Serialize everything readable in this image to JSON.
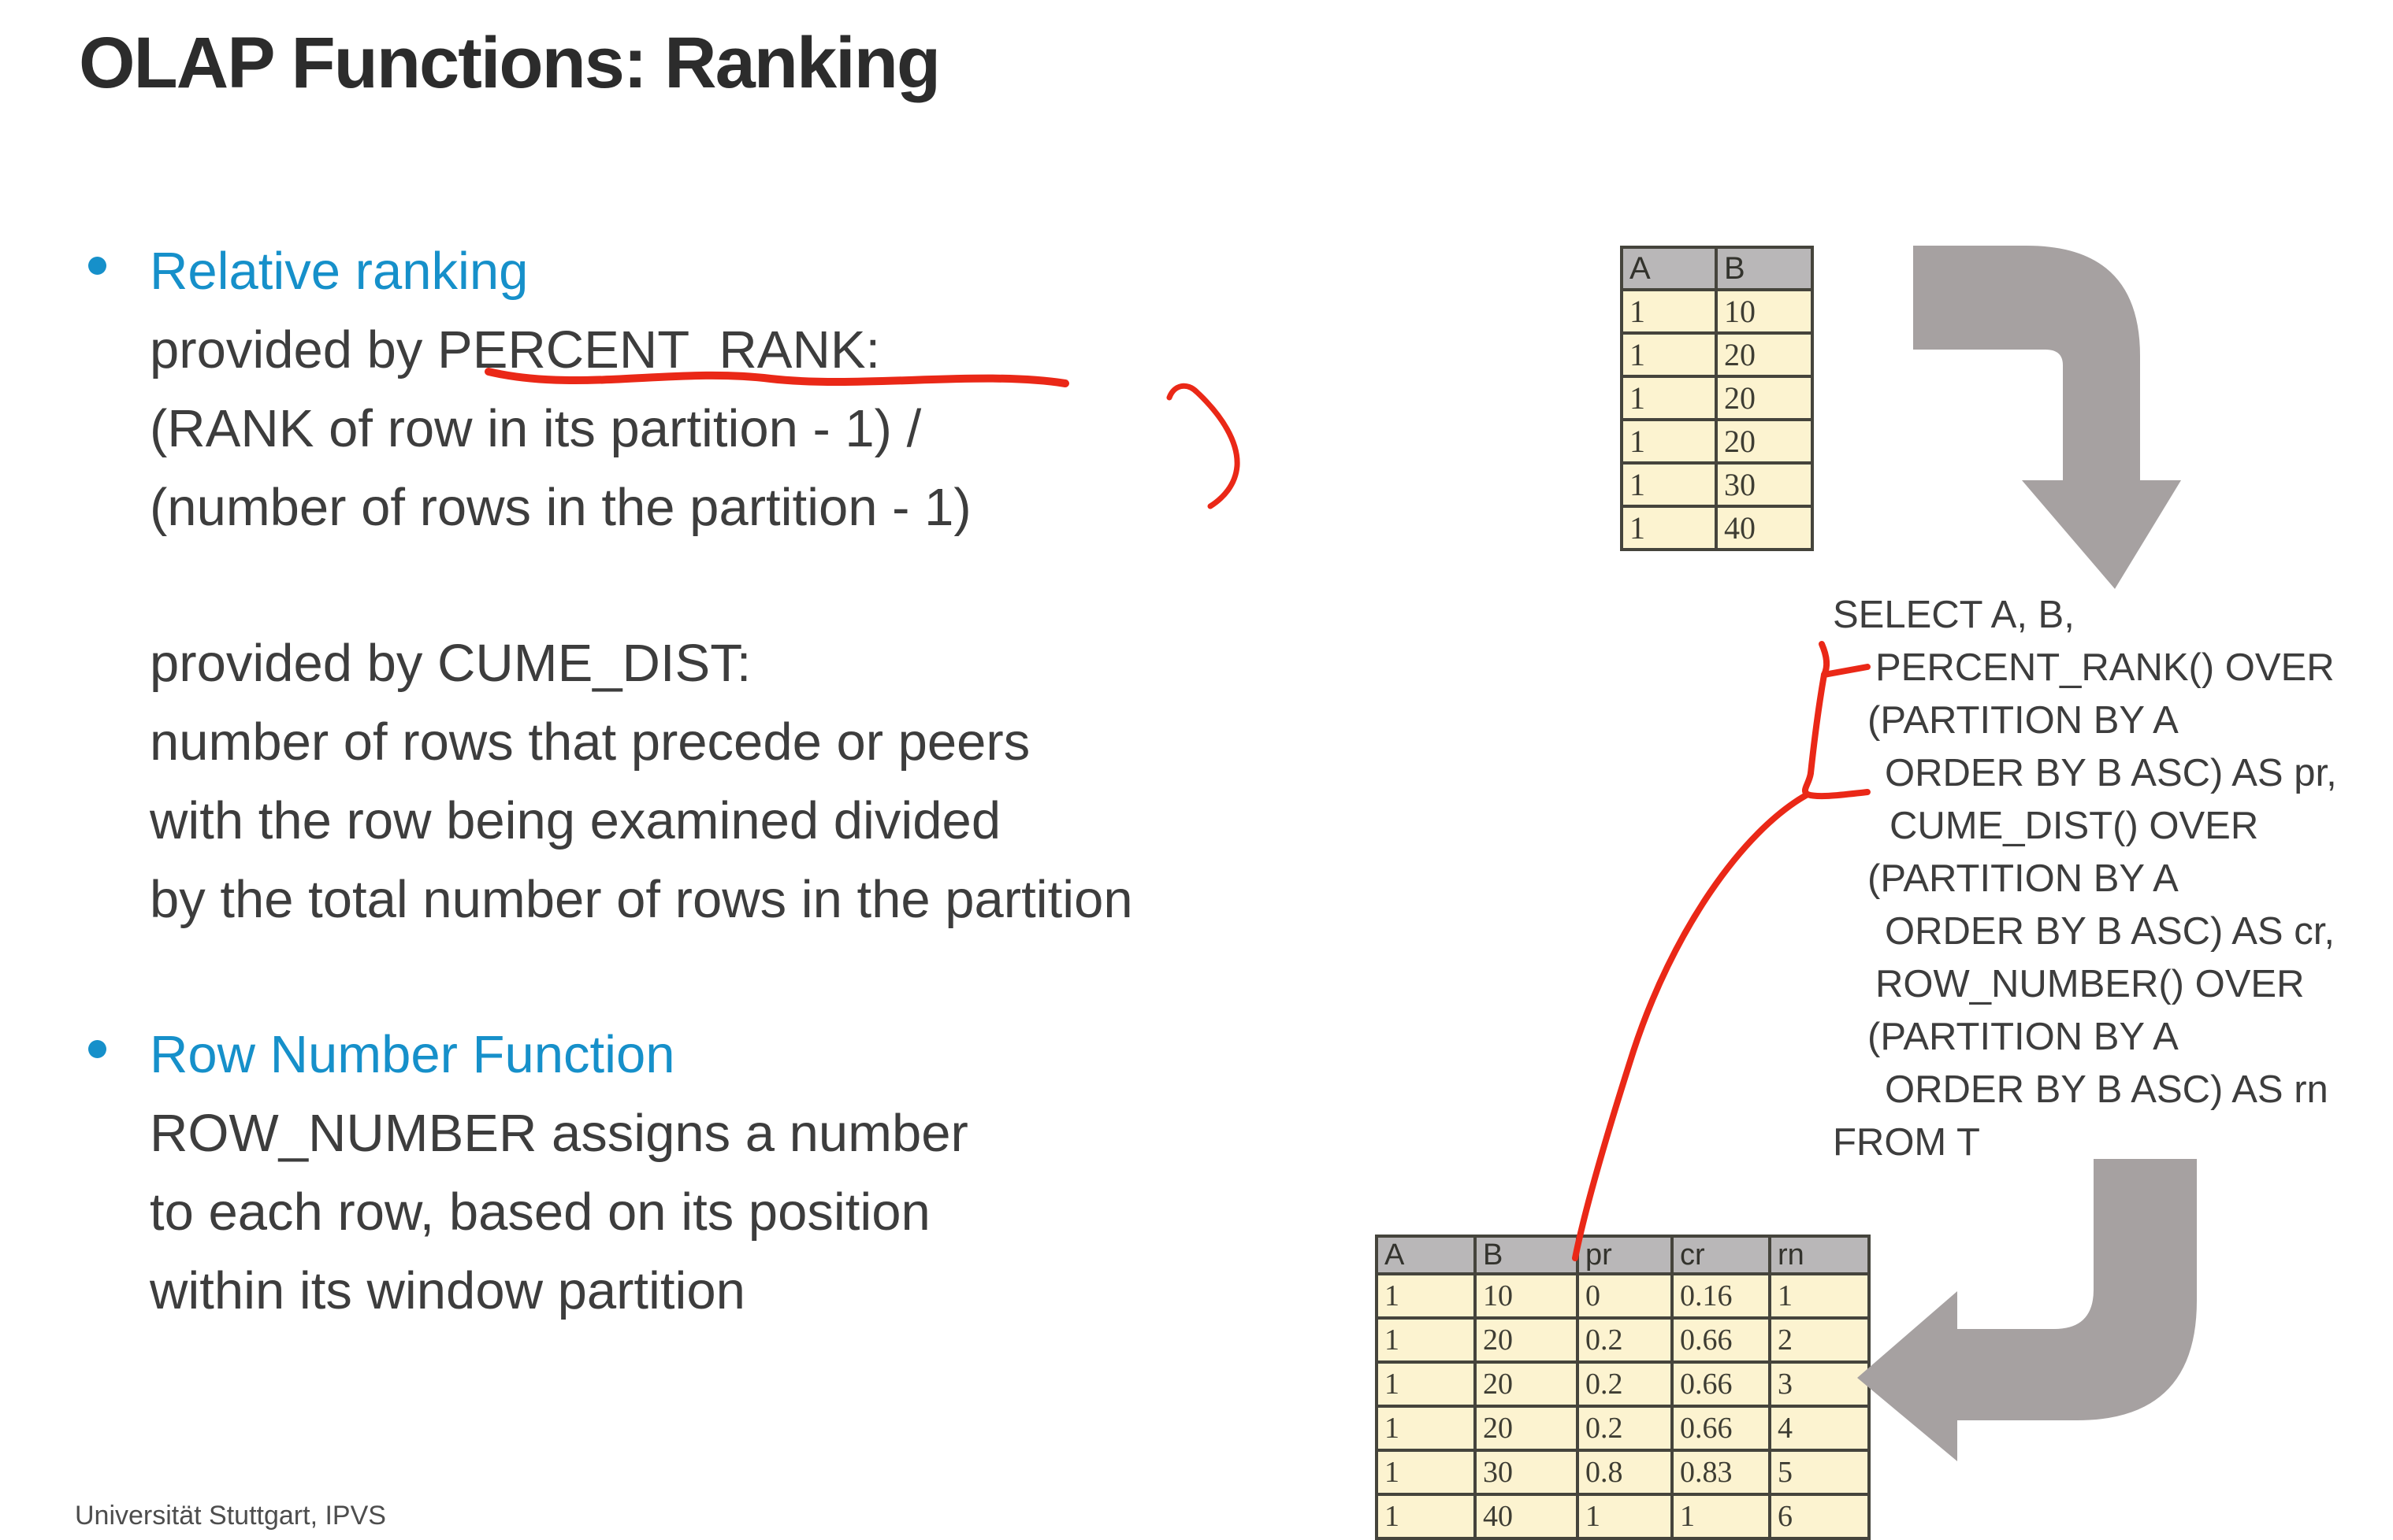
{
  "colors": {
    "accent-blue": "#1690ca",
    "body-gray": "#3d3d3d",
    "title-gray": "#2c2c2c",
    "annotation-red": "#ea2817",
    "arrow-gray": "#a6a1a1",
    "table-header-gray": "#b9b7b8",
    "table-cell-yellow": "#fcf3d0",
    "table-border": "#45443c",
    "table-text": "#3e3d33",
    "footer-gray": "#4d4d4d"
  },
  "title": "OLAP Functions: Ranking",
  "bullet1": {
    "heading": "Relative ranking",
    "line1": "provided by PERCENT_RANK:",
    "line2": "(RANK of row in its partition - 1) /",
    "line3": "(number of rows in the partition - 1)"
  },
  "para2": {
    "line1": "provided by CUME_DIST:",
    "line2": "number of rows that precede or peers",
    "line3": "with the row being examined divided",
    "line4": "by the total number of rows in the partition"
  },
  "bullet2": {
    "heading": "Row Number Function",
    "line1": "ROW_NUMBER assigns a number",
    "line2": "to each row, based on its position",
    "line3": "within its window partition"
  },
  "sql": {
    "lines": [
      "SELECT A, B,",
      "PERCENT_RANK() OVER",
      "(PARTITION BY A",
      "ORDER BY B ASC) AS pr,",
      "CUME_DIST() OVER",
      "(PARTITION BY A",
      "ORDER BY B ASC) AS cr,",
      "ROW_NUMBER() OVER",
      "(PARTITION BY A",
      "ORDER BY B ASC) AS rn",
      "FROM T"
    ]
  },
  "input_table": {
    "headers": [
      "A",
      "B"
    ],
    "rows": [
      [
        "1",
        "10"
      ],
      [
        "1",
        "20"
      ],
      [
        "1",
        "20"
      ],
      [
        "1",
        "20"
      ],
      [
        "1",
        "30"
      ],
      [
        "1",
        "40"
      ]
    ]
  },
  "result_table": {
    "headers": [
      "A",
      "B",
      "pr",
      "cr",
      "rn"
    ],
    "rows": [
      [
        "1",
        "10",
        "0",
        "0.16",
        "1"
      ],
      [
        "1",
        "20",
        "0.2",
        "0.66",
        "2"
      ],
      [
        "1",
        "20",
        "0.2",
        "0.66",
        "3"
      ],
      [
        "1",
        "20",
        "0.2",
        "0.66",
        "4"
      ],
      [
        "1",
        "30",
        "0.8",
        "0.83",
        "5"
      ],
      [
        "1",
        "40",
        "1",
        "1",
        "6"
      ]
    ]
  },
  "footer": "Universität Stuttgart, IPVS",
  "icons": {
    "curved-arrow-down": "thick gray bent arrow from input table pointing down to SQL query",
    "curved-arrow-left": "thick gray bent arrow from SQL query pointing left to result table",
    "red-underline": "hand-drawn red underline below PERCENT_RANK",
    "red-paren-arc": "hand-drawn red arc right of the formula lines",
    "red-brace": "hand-drawn red brace marking the PERCENT_RANK clause",
    "red-connector-curve": "hand-drawn red curve linking clause to pr column"
  }
}
